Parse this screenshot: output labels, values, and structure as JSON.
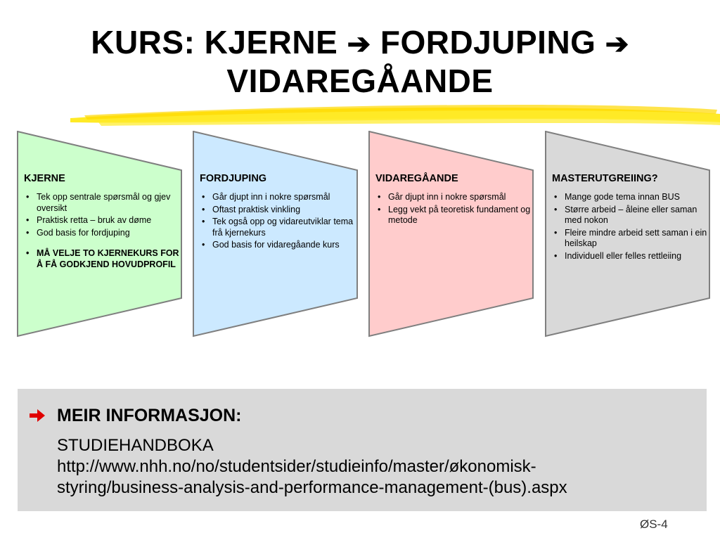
{
  "title": {
    "line1_part1": "KURS:  KJERNE",
    "line1_part2": "FORDJUPING",
    "line2": "VIDAREGÅANDE"
  },
  "panels": [
    {
      "heading": "KJERNE",
      "fill": "#ccffcc",
      "items": [
        "Tek opp sentrale spørsmål og gjev oversikt",
        "Praktisk retta – bruk av døme",
        "God basis for fordjuping"
      ],
      "emphasis": "MÅ VELJE TO KJERNEKURS FOR Å FÅ GODKJEND HOVUDPROFIL"
    },
    {
      "heading": "FORDJUPING",
      "fill": "#cce9ff",
      "items": [
        "Går djupt inn i nokre spørsmål",
        "Oftast praktisk vinkling",
        "Tek også opp og vidareutviklar tema frå kjernekurs",
        "God basis for vidaregåande kurs"
      ]
    },
    {
      "heading": "VIDAREGÅANDE",
      "fill": "#ffcccc",
      "items": [
        "Går djupt inn i nokre spørsmål",
        "Legg vekt på teoretisk fundament og metode"
      ]
    },
    {
      "heading": "MASTERUTGREIING?",
      "fill": "#d9d9d9",
      "items": [
        "Mange gode tema innan BUS",
        "Større arbeid – åleine eller saman med nokon",
        "Fleire mindre arbeid sett saman i ein heilskap",
        "Individuell eller felles rettleiing"
      ]
    }
  ],
  "info": {
    "heading": "MEIR INFORMASJON:",
    "line1": "STUDIEHANDBOKA",
    "line2": "http://www.nhh.no/no/studentsider/studieinfo/master/økonomisk-",
    "line3": "styring/business-analysis-and-performance-management-(bus).aspx"
  },
  "slide_number": "ØS-4",
  "colors": {
    "highlighter": "#ffe600",
    "arrow_red": "#e00000",
    "panel_border": "#7f7f7f"
  }
}
